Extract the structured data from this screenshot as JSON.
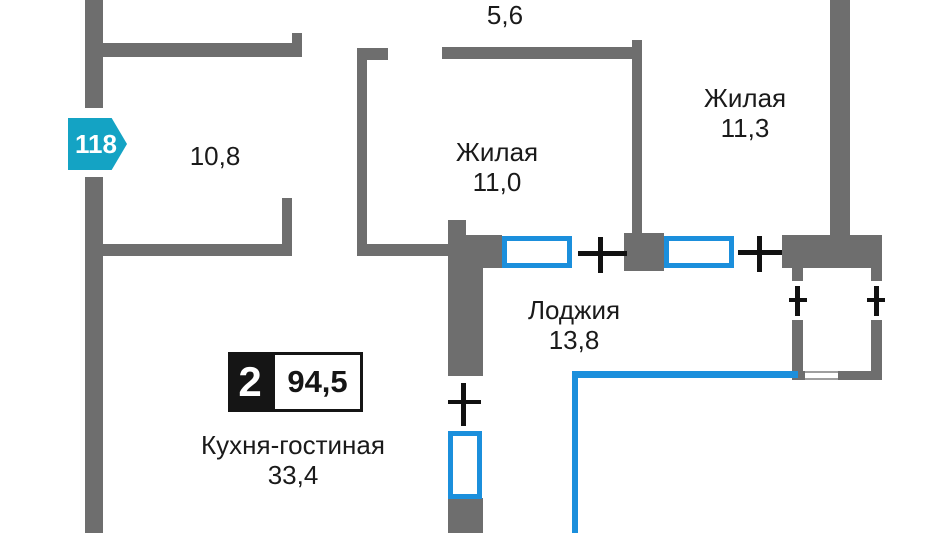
{
  "floorplan": {
    "unit_badge": {
      "number": "118"
    },
    "summary_badge": {
      "rooms": "2",
      "total_area": "94,5"
    },
    "rooms": [
      {
        "name": "",
        "area": "5,6"
      },
      {
        "name": "",
        "area": "10,8"
      },
      {
        "name": "Жилая",
        "area": "11,0"
      },
      {
        "name": "Жилая",
        "area": "11,3"
      },
      {
        "name": "Лоджия",
        "area": "13,8"
      },
      {
        "name": "Кухня-гостиная",
        "area": "33,4"
      }
    ],
    "colors": {
      "wall": "#6e6e6e",
      "window": "#1b8fdc",
      "unit_badge": "#14a3c4",
      "text": "#1a1a1a"
    }
  }
}
